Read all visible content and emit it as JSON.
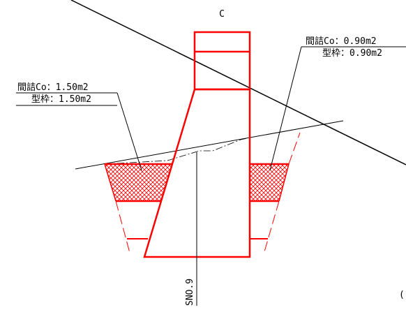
{
  "structure_label": "C",
  "left_annotation": {
    "line1": "間詰Co：1.50m2",
    "line2": "型枠：1.50m2"
  },
  "right_annotation": {
    "line1": "間詰Co：0.90m2",
    "line2": "型枠：0.90m2"
  },
  "station_label": "SNO.9",
  "partial_glyph": "(",
  "colors": {
    "structure": "#ff0000",
    "lines": "#000000",
    "background": "#ffffff"
  }
}
